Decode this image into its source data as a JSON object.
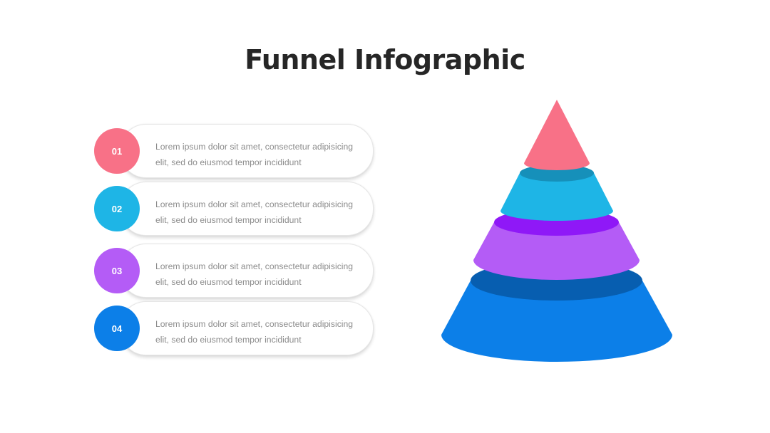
{
  "title": "Funnel Infographic",
  "colors": {
    "level_1": "#F87187",
    "level_2": "#1EB5E6",
    "level_3": "#B45CF6",
    "level_4": "#0C7FE8"
  },
  "items": [
    {
      "number": "01",
      "text": "Lorem ipsum dolor sit amet, consectetur adipisicing elit, sed do eiusmod tempor incididunt"
    },
    {
      "number": "02",
      "text": "Lorem ipsum dolor sit amet, consectetur adipisicing elit, sed do eiusmod tempor incididunt"
    },
    {
      "number": "03",
      "text": "Lorem ipsum dolor sit amet, consectetur adipisicing elit, sed do eiusmod tempor incididunt"
    },
    {
      "number": "04",
      "text": "Lorem ipsum dolor sit amet, consectetur adipisicing elit, sed do eiusmod tempor incididunt"
    }
  ]
}
